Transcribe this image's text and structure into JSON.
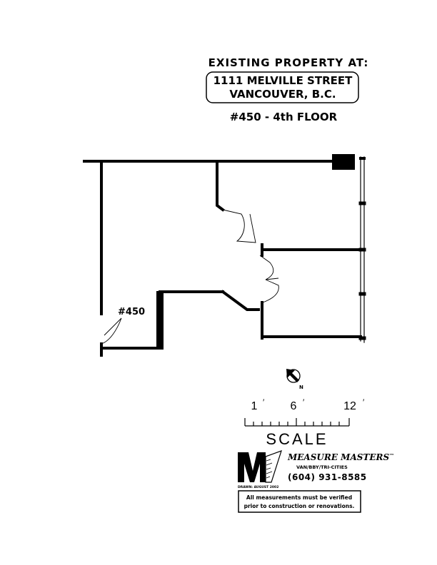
{
  "header": {
    "line1": "EXISTING PROPERTY AT:",
    "address_line1": "1111 MELVILLE STREET",
    "address_line2": "VANCOUVER, B.C.",
    "unit_floor": "#450 - 4th FLOOR"
  },
  "plan": {
    "unit_label": "#450",
    "north_label": "N"
  },
  "scale": {
    "tick_labels": [
      "1",
      "6",
      "12"
    ],
    "title": "SCALE"
  },
  "company": {
    "name": "MEASURE MASTERS",
    "trademark": "™",
    "regions": "VAN/BBY/TRI-CITIES",
    "phone": "(604) 931-8585",
    "drawn_note": "DRAWN: AUGUST 2002",
    "logo_letter": "M"
  },
  "disclaimer": {
    "line1": "All measurements must be verified",
    "line2": "prior to construction or renovations."
  },
  "colors": {
    "ink": "#000000",
    "paper": "#ffffff"
  }
}
